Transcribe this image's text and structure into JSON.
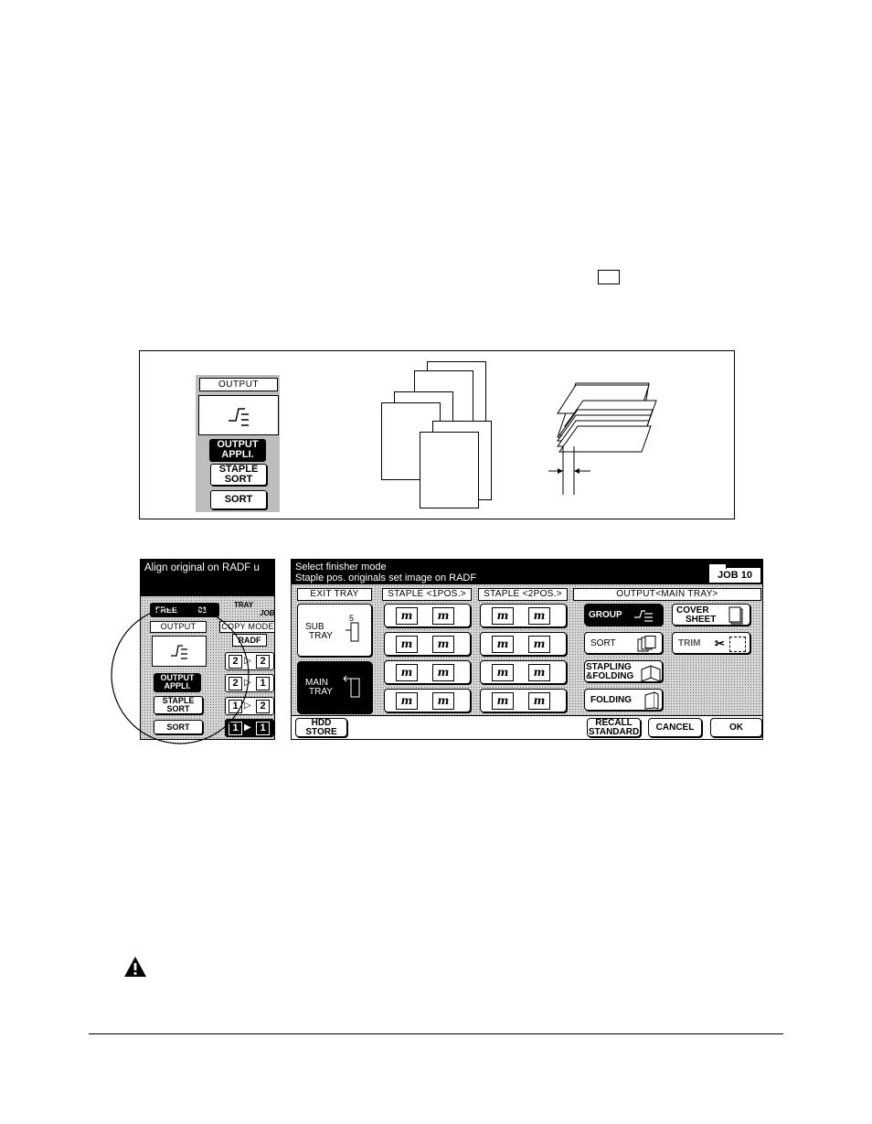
{
  "figure1": {
    "output_label": "OUTPUT",
    "output_appli": [
      "OUTPUT",
      "APPLI."
    ],
    "staple_sort": [
      "STAPLE",
      "SORT"
    ],
    "sort": "SORT"
  },
  "left_panel": {
    "message": "Align original on RADF u",
    "free_label": "FREE",
    "free_value": "01",
    "tray_label": "TRAY",
    "job_label": "JOB",
    "output_label": "OUTPUT",
    "copy_mode_label": "COPY MODE",
    "radf_label": "RADF",
    "output_appli": [
      "OUTPUT",
      "APPLI."
    ],
    "staple_sort": [
      "STAPLE",
      "SORT"
    ],
    "sort": "SORT",
    "copy_modes": [
      {
        "from": "2",
        "to": "2"
      },
      {
        "from": "2",
        "to": "1"
      },
      {
        "from": "1",
        "to": "2"
      },
      {
        "from": "1",
        "to": "1"
      }
    ]
  },
  "right_panel": {
    "title_line1": "Select finisher mode",
    "title_line2": "Staple pos. originals set image on RADF",
    "job": "JOB 10",
    "exit_tray": "EXIT TRAY",
    "staple_1pos": "STAPLE <1POS.>",
    "staple_2pos": "STAPLE <2POS.>",
    "output_main_tray": "OUTPUT<MAIN TRAY>",
    "sub_tray": [
      "SUB",
      "TRAY"
    ],
    "main_tray": [
      "MAIN",
      "TRAY"
    ],
    "group": "GROUP",
    "sort": "SORT",
    "stapling_folding": [
      "STAPLING",
      "&FOLDING"
    ],
    "folding": "FOLDING",
    "cover_sheet": [
      "COVER",
      "SHEET"
    ],
    "trim": "TRIM",
    "hdd_store": [
      "HDD",
      "STORE"
    ],
    "recall_standard": [
      "RECALL",
      "STANDARD"
    ],
    "cancel": "CANCEL",
    "ok": "OK",
    "doc_glyph": "m",
    "tray_number": "5"
  }
}
